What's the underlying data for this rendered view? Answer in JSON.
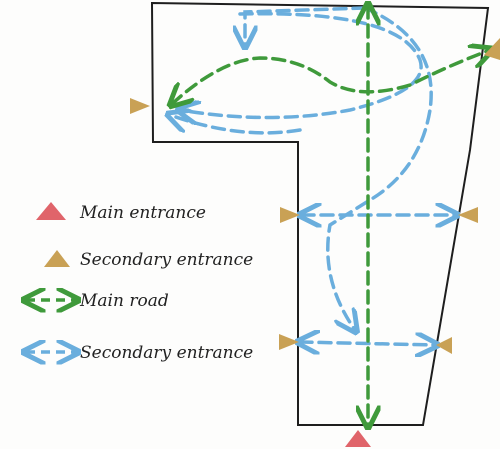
{
  "colors": {
    "outline": "#1e1e1e",
    "main_road": "#3f9a3b",
    "secondary_road": "#6aaedd",
    "main_entrance": "#e0646a",
    "secondary_entrance": "#c9a155"
  },
  "legend": {
    "main_entrance": {
      "icon": "triangle-icon",
      "label": "Main entrance"
    },
    "secondary_entrance": {
      "icon": "triangle-icon",
      "label": "Secondary entrance"
    },
    "main_road": {
      "icon": "dashed-double-arrow-icon",
      "label": "Main road"
    },
    "secondary_road": {
      "icon": "dashed-double-arrow-icon",
      "label": "Secondary entrance"
    }
  }
}
